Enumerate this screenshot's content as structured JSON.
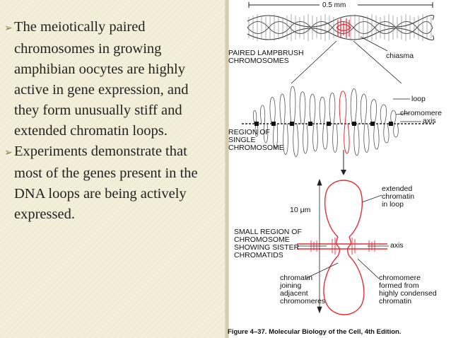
{
  "slide": {
    "bullets": [
      "The meiotically paired chromosomes in growing amphibian oocytes are highly active in gene expression, and they form unusually stiff and extended chromatin loops.",
      "Experiments demonstrate that most of the genes present in the DNA loops are being actively expressed."
    ],
    "bullet_marker": "➢"
  },
  "figure": {
    "scale_label": "0.5 mm",
    "paired_label": "PAIRED LAMPBRUSH\nCHROMOSOMES",
    "chiasma_label": "chiasma",
    "loop_label": "loop",
    "chromomere_label": "chromomere",
    "axis_label_top": "axis",
    "region_label": "REGION OF\nSINGLE\nCHROMOSOME",
    "extended_label": "extended\nchromatin\nin loop",
    "micron_label": "10 μm",
    "small_region_label": "SMALL REGION OF\nCHROMOSOME\nSHOWING SISTER\nCHROMATIDS",
    "axis_label_bottom": "axis",
    "chromatin_joining_label": "chromatin\njoining\nadjacent\nchromomeres",
    "chromomere_formed_label": "chromomere\nformed from\nhighly condensed\nchromatin",
    "caption": "Figure 4–37. Molecular Biology of the Cell, 4th Edition.",
    "accent_color": "#e0303a"
  }
}
